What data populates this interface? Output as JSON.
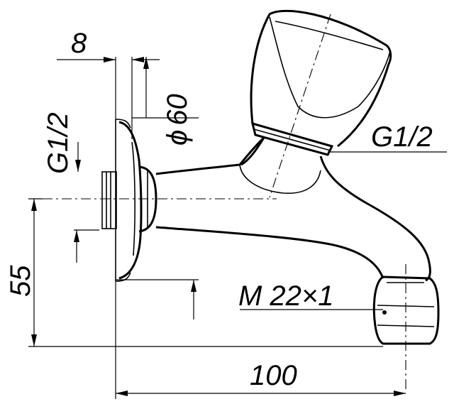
{
  "dimensions": {
    "wall_gap": "8",
    "diameter_symbol": "ϕ",
    "diameter_value": "60",
    "inlet_thread": "G1/2",
    "valve_thread": "G1/2",
    "outlet_thread": "M 22×1",
    "height": "55",
    "length": "100"
  }
}
